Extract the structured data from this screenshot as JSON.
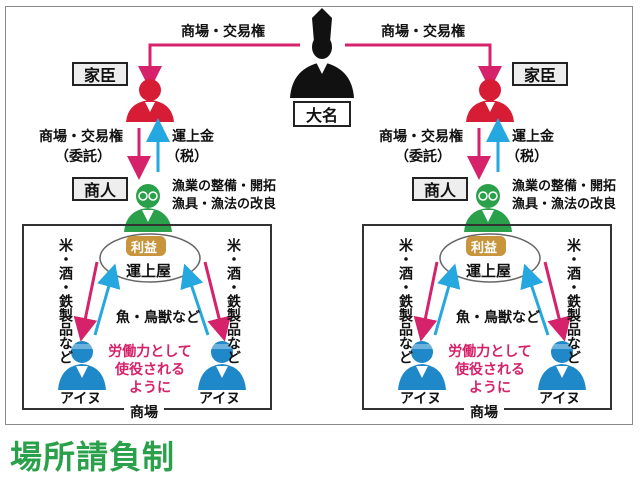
{
  "title": "場所請負制",
  "colors": {
    "red": "#d71c36",
    "blue": "#1e88c9",
    "green": "#2aa04a",
    "pink": "#d6226a",
    "arrow_red": "#d6226a",
    "arrow_blue": "#25a7df"
  },
  "top": {
    "daimyo_label": "大名",
    "left_rights": "商場・交易権",
    "right_rights": "商場・交易権"
  },
  "panels": [
    {
      "kashin_label": "家臣",
      "down_label_1": "商場・交易権",
      "down_label_2": "（委託）",
      "up_label_1": "運上金",
      "up_label_2": "（税）",
      "merchant_label": "商人",
      "merchant_duty_1": "漁業の整備・開拓",
      "merchant_duty_2": "漁具・漁法の改良",
      "profit_label": "利益",
      "untsujoya_label": "運上屋",
      "goods_to_ainu": "米・酒・鉄製品など",
      "goods_from_ainu": "魚・鳥獣など",
      "labor_1": "労働力として",
      "labor_2": "使役される",
      "labor_3": "ように",
      "ainu_left": "アイヌ",
      "ainu_right": "アイヌ",
      "market_label": "商場"
    },
    {
      "kashin_label": "家臣",
      "down_label_1": "商場・交易権",
      "down_label_2": "（委託）",
      "up_label_1": "運上金",
      "up_label_2": "（税）",
      "merchant_label": "商人",
      "merchant_duty_1": "漁業の整備・開拓",
      "merchant_duty_2": "漁具・漁法の改良",
      "profit_label": "利益",
      "untsujoya_label": "運上屋",
      "goods_to_ainu": "米・酒・鉄製品など",
      "goods_from_ainu": "魚・鳥獣など",
      "labor_1": "労働力として",
      "labor_2": "使役される",
      "labor_3": "ように",
      "ainu_left": "アイヌ",
      "ainu_right": "アイヌ",
      "market_label": "商場"
    }
  ]
}
